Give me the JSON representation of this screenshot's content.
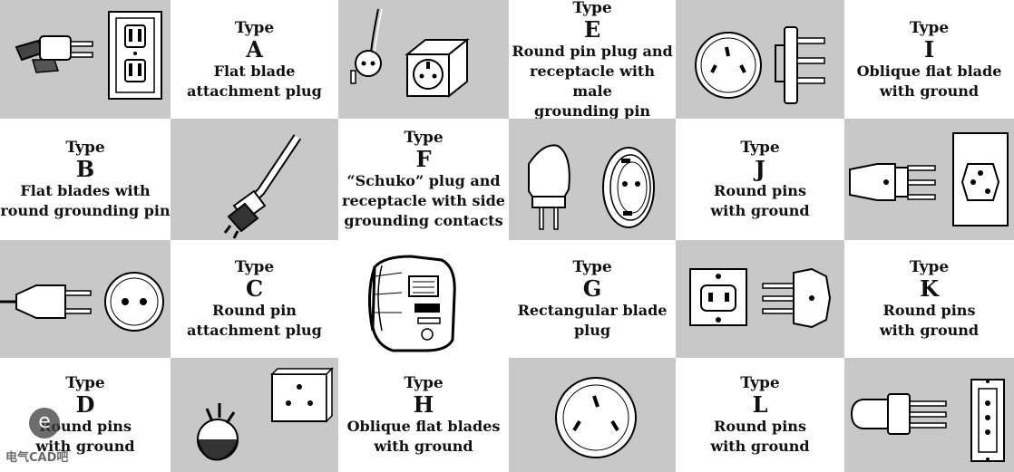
{
  "cells": {
    "A": {
      "type": "Type",
      "letter": "A",
      "desc": [
        "Flat blade",
        "attachment plug"
      ]
    },
    "B": {
      "type": "Type",
      "letter": "B",
      "desc": [
        "Flat blades with",
        "round grounding pin"
      ]
    },
    "C": {
      "type": "Type",
      "letter": "C",
      "desc": [
        "Round pin",
        "attachment plug"
      ]
    },
    "D": {
      "type": "Type",
      "letter": "D",
      "desc": [
        "Round pins",
        "with ground"
      ]
    },
    "E": {
      "type": "Type",
      "letter": "E",
      "desc": [
        "Round pin plug and",
        "receptacle with male",
        "grounding pin"
      ]
    },
    "F": {
      "type": "Type",
      "letter": "F",
      "desc": [
        "“Schuko” plug and",
        "receptacle with side",
        "grounding contacts"
      ]
    },
    "G": {
      "type": "Type",
      "letter": "G",
      "desc": [
        "Rectangular blade",
        "plug"
      ]
    },
    "H": {
      "type": "Type",
      "letter": "H",
      "desc": [
        "Oblique flat blades",
        "with ground"
      ]
    },
    "I": {
      "type": "Type",
      "letter": "I",
      "desc": [
        "Oblique flat blade",
        "with ground"
      ]
    },
    "J": {
      "type": "Type",
      "letter": "J",
      "desc": [
        "Round pins",
        "with ground"
      ]
    },
    "K": {
      "type": "Type",
      "letter": "K",
      "desc": [
        "Round pins",
        "with ground"
      ]
    },
    "L": {
      "type": "Type",
      "letter": "L",
      "desc": [
        "Round pins",
        "with ground"
      ]
    }
  },
  "watermark": {
    "logo": "e",
    "text": "电气CAD吧"
  },
  "colors": {
    "gray_cell": "#c8c8c8",
    "white_cell": "#ffffff",
    "ink": "#111111"
  }
}
